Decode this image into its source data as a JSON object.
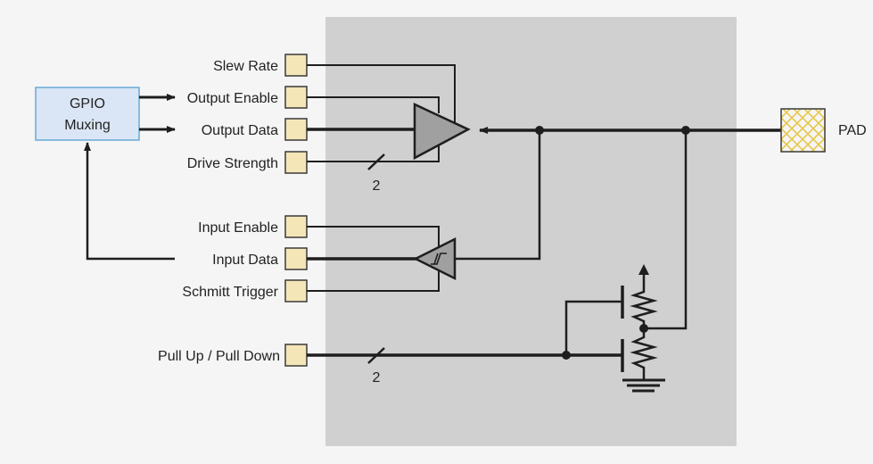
{
  "gpio_block": {
    "line1": "GPIO",
    "line2": "Muxing"
  },
  "controls": {
    "slew_rate": "Slew Rate",
    "output_enable": "Output Enable",
    "output_data": "Output Data",
    "drive_strength": "Drive Strength",
    "input_enable": "Input Enable",
    "input_data": "Input Data",
    "schmitt_trigger": "Schmitt Trigger",
    "pull_up_down": "Pull Up / Pull Down"
  },
  "bus_widths": {
    "drive_strength": "2",
    "pull_up_down": "2"
  },
  "pad": {
    "label": "PAD"
  },
  "colors": {
    "background": "#f5f5f5",
    "core_region": "#d0d0d0",
    "control_box": "#f5e6b8",
    "gpio_box_fill": "#dae6f5",
    "gpio_box_stroke": "#6aaad6",
    "buffer_fill": "#a0a0a0",
    "pad_hatch": "#e6c84a",
    "wire": "#1e1e1e"
  }
}
